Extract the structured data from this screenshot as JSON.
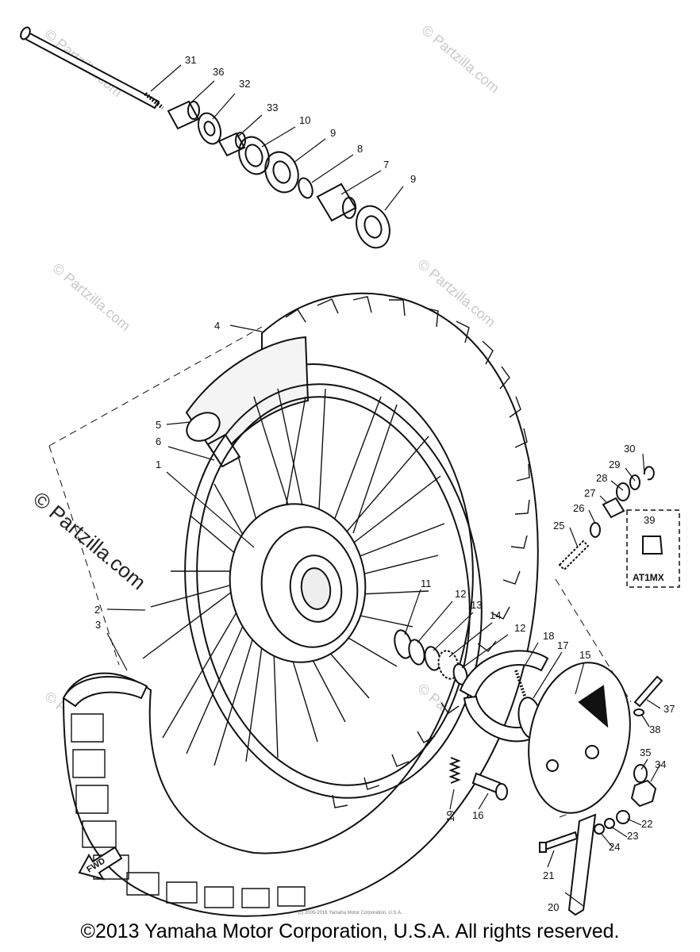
{
  "watermark": "© Partzilla.com",
  "footer": {
    "copyright": "©2013 Yamaha Motor Corporation, U.S.A. All rights reserved.",
    "fine_print": "(c) 2005-2016 Yamaha Motor Corporation, U.S.A."
  },
  "direction_label": "FWD",
  "model_box": {
    "part": "39",
    "model": "AT1MX"
  },
  "callouts": [
    "1",
    "2",
    "3",
    "4",
    "5",
    "6",
    "7",
    "8",
    "9",
    "9",
    "10",
    "11",
    "12",
    "12",
    "13",
    "14",
    "15",
    "16",
    "17",
    "18",
    "19",
    "20",
    "21",
    "22",
    "23",
    "24",
    "25",
    "26",
    "27",
    "28",
    "29",
    "30",
    "31",
    "32",
    "33",
    "34",
    "35",
    "36",
    "37",
    "38"
  ],
  "colors": {
    "ink": "#111111",
    "watermark": "#c9c9c9",
    "background": "#ffffff"
  }
}
